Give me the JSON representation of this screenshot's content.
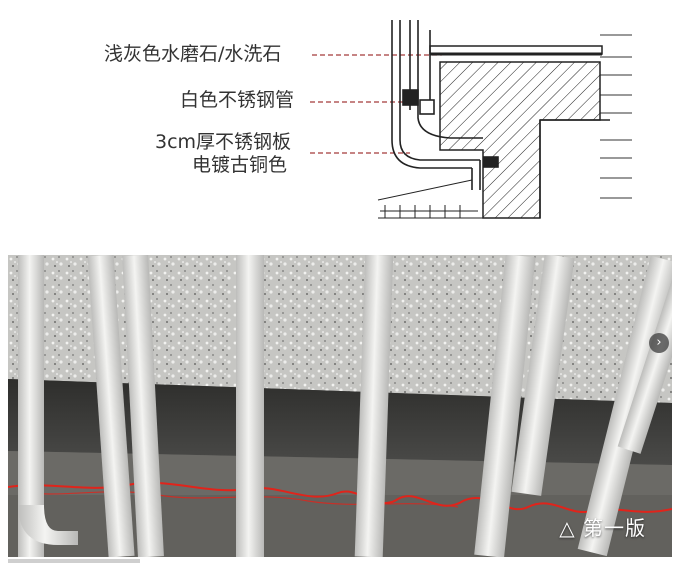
{
  "diagram": {
    "callouts": [
      {
        "id": "terrazzo",
        "text": "浅灰色水磨石/水洗石"
      },
      {
        "id": "pipe",
        "text": "白色不锈钢管"
      },
      {
        "id": "plate_line1",
        "text": "3cm厚不锈钢板"
      },
      {
        "id": "plate_line2",
        "text": "电镀古铜色"
      }
    ],
    "colors": {
      "leader": "#a33a3a",
      "line": "#222222"
    }
  },
  "photo": {
    "caption": "△ 第一版",
    "next_icon": "chevron-right-icon",
    "colors": {
      "terrazzo": "#c9c9c6",
      "pipe": "#e4e4e2",
      "red_line": "#e0241b"
    }
  }
}
